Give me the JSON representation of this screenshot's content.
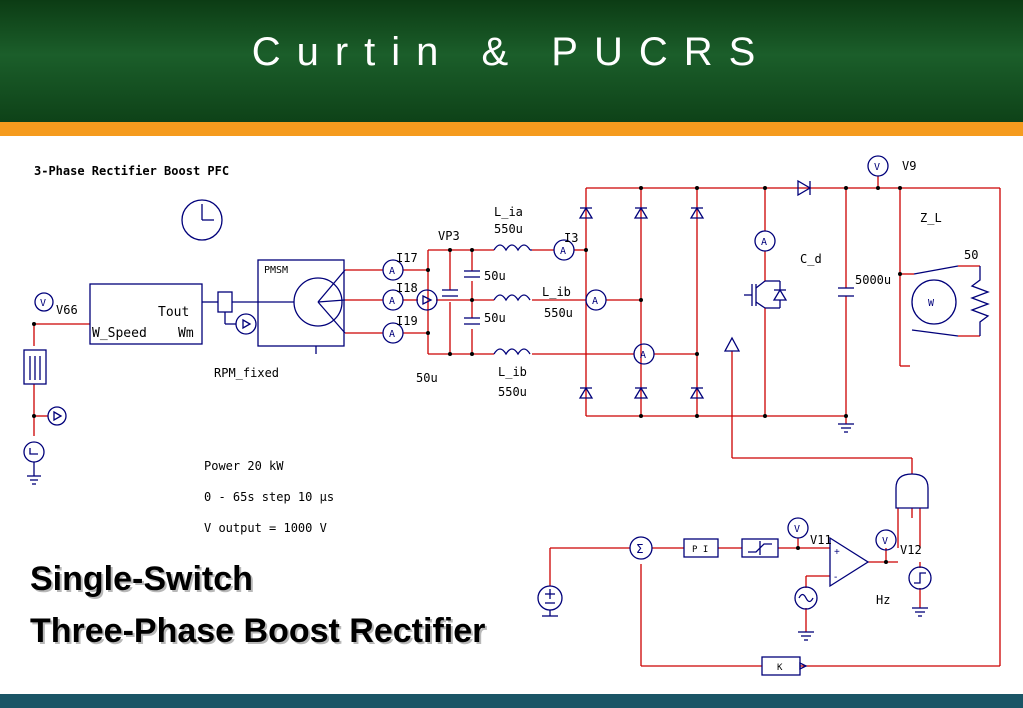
{
  "slide": {
    "title": "Curtin & PUCRS",
    "caption_line1": "Single-Switch",
    "caption_line2": "Three-Phase Boost Rectifier"
  },
  "schematic": {
    "name": "3-Phase Rectifier Boost PFC",
    "labels": {
      "v66": "V66",
      "tout": "Tout",
      "wspeed": "W_Speed",
      "wm": "Wm",
      "pmsm": "PMSM",
      "rpm": "RPM_fixed",
      "i17": "I17",
      "i18": "I18",
      "i19": "I19",
      "vp3": "VP3",
      "cap1": "50u",
      "cap2": "50u",
      "cap3": "50u",
      "lia": "L_ia",
      "lia_val": "550u",
      "i3": "I3",
      "lib1": "L_ib",
      "lib1_val": "550u",
      "lib2": "L_ib",
      "lib2_val": "550u",
      "v9": "V9",
      "cd": "C_d",
      "cd_val": "5000u",
      "zl": "Z_L",
      "zl_val": "50",
      "v11": "V11",
      "v12": "V12",
      "hz": "Hz",
      "pi": "P I",
      "k": "K"
    },
    "notes": {
      "power": "Power 20 kW",
      "time": "0 - 65s step 10 µs",
      "vout": "V output = 1000 V"
    }
  },
  "colors": {
    "wire": "#cc0000",
    "component": "#00007a",
    "header": "#1b5e2a",
    "stripe": "#f59b1e",
    "footer": "#1a5566"
  }
}
